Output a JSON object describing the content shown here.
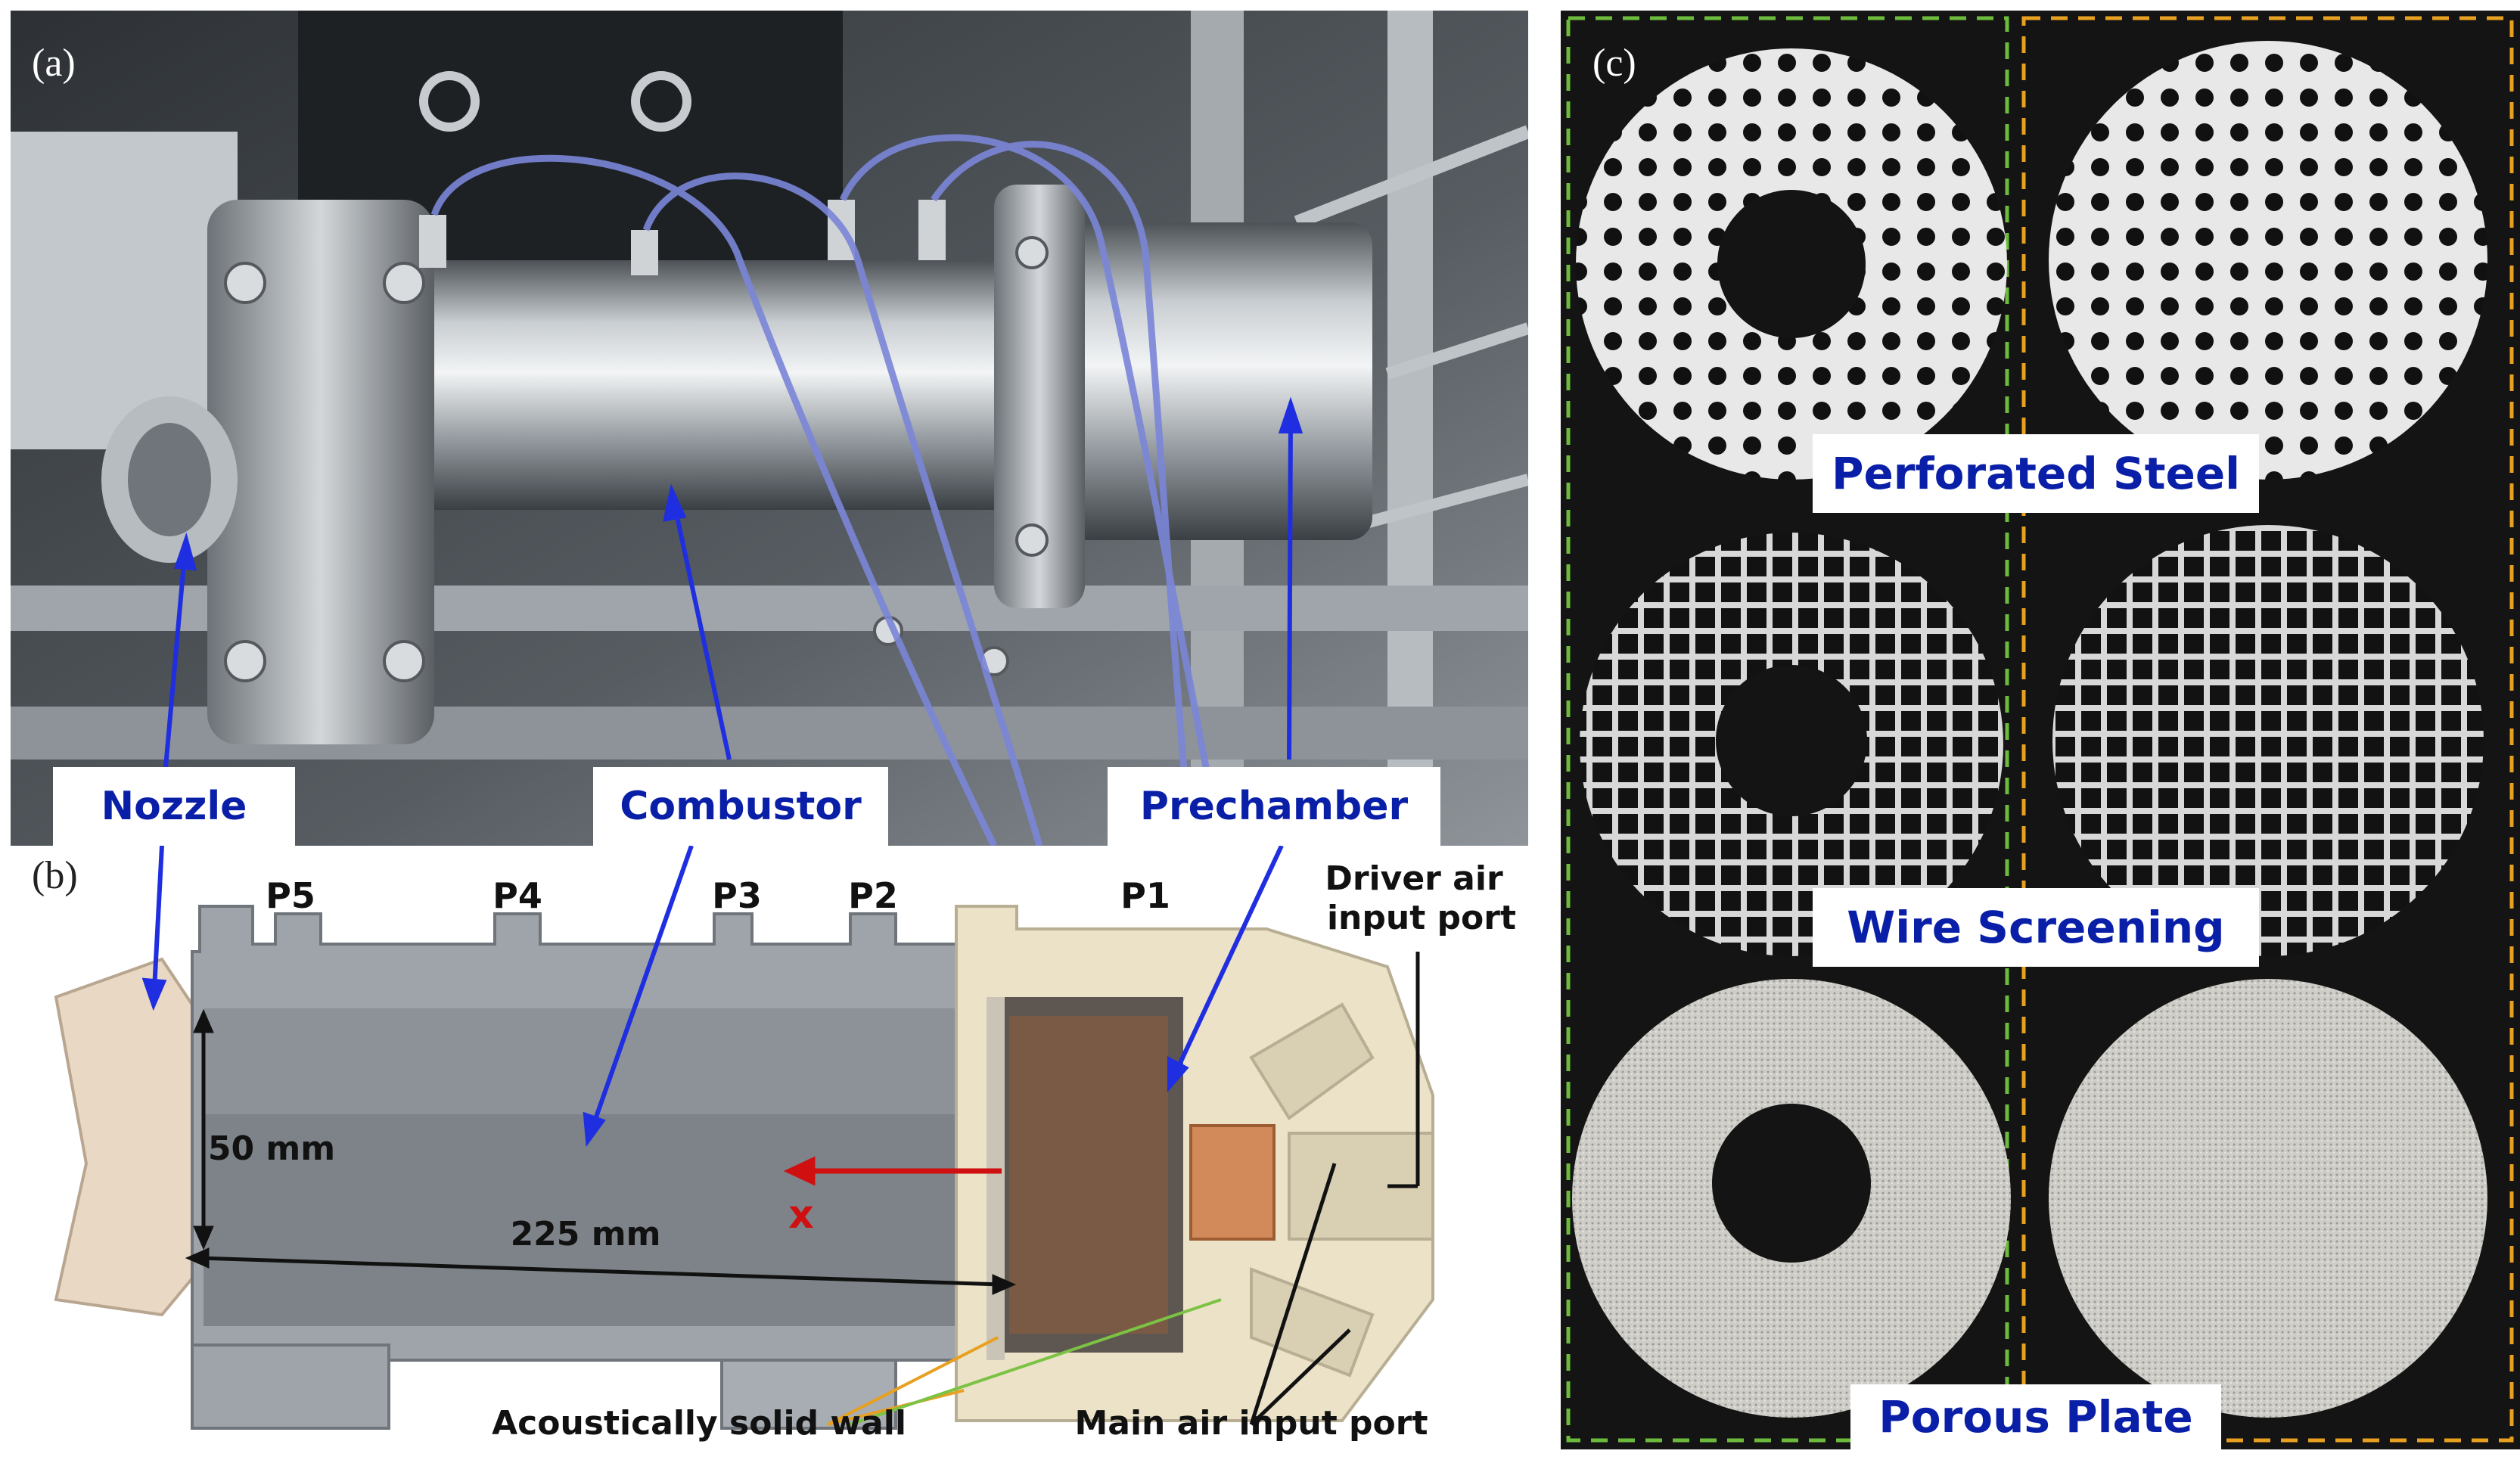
{
  "figure": {
    "panel_a": {
      "tag": "(a)",
      "labels": {
        "nozzle": "Nozzle",
        "combustor": "Combustor",
        "prechamber": "Prechamber"
      }
    },
    "panel_b": {
      "tag": "(b)",
      "ports": [
        "P5",
        "P4",
        "P3",
        "P2",
        "P1"
      ],
      "driver_port": [
        "Driver air",
        "input port"
      ],
      "diameter": "50 mm",
      "length": "225 mm",
      "axis_symbol": "x",
      "wall_label": "Acoustically solid wall",
      "main_port": "Main air input port"
    },
    "panel_c": {
      "tag": "(c)",
      "labels": {
        "perforated": "Perforated Steel",
        "wire": "Wire Screening",
        "porous": "Porous Plate"
      }
    },
    "colors": {
      "label_blue": "#0a1fa8",
      "arrow_blue": "#1f2ee0",
      "axis_red": "#d01010",
      "green_box": "#6dbb3c",
      "orange_box": "#e8a020"
    }
  }
}
